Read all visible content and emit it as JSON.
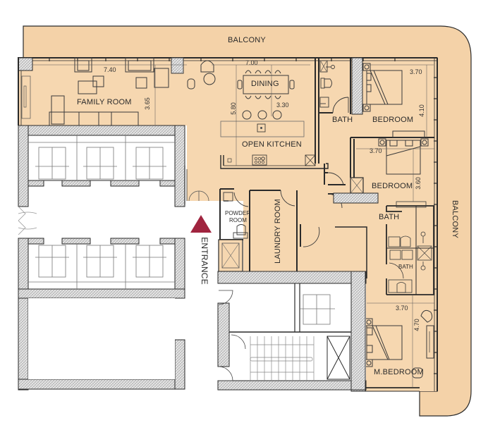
{
  "colors": {
    "floor": "#f5d5ad",
    "balcony": "#f3d1a6",
    "wall": "#2a2a2a",
    "hatch": "#cfcfcf",
    "entrance_marker": "#a0243f",
    "core_background": "#ffffff"
  },
  "rooms": {
    "balcony_top": "BALCONY",
    "balcony_right": "BALCONY",
    "family_room": "FAMILY ROOM",
    "dining": "DINING",
    "open_kitchen": "OPEN KITCHEN",
    "bath_1": "BATH",
    "bedroom_1": "BEDROOM",
    "bedroom_2": "BEDROOM",
    "bath_2": "BATH",
    "bath_3": "BATH",
    "master_bedroom": "M.BEDROOM",
    "powder_room_line1": "POWDER",
    "powder_room_line2": "ROOM",
    "laundry_room": "LAUNDRY ROOM",
    "entrance": "ENTRANCE"
  },
  "dimensions": {
    "family_room_width": "7.40",
    "family_room_depth": "3.65",
    "dining_width": "7.00",
    "kitchen_depth": "5.80",
    "kitchen_island": "3.30",
    "bedroom_1_width": "3.70",
    "bedroom_1_depth": "4.10",
    "bedroom_2_width": "3.70",
    "bedroom_2_depth": "3.60",
    "master_bedroom_width": "3.70",
    "master_bedroom_depth": "4.70"
  },
  "icons": {
    "entrance_marker": "triangle-up-icon",
    "lift": "elevator-icon",
    "stair": "staircase-icon",
    "shaft": "shaft-cross-icon"
  }
}
